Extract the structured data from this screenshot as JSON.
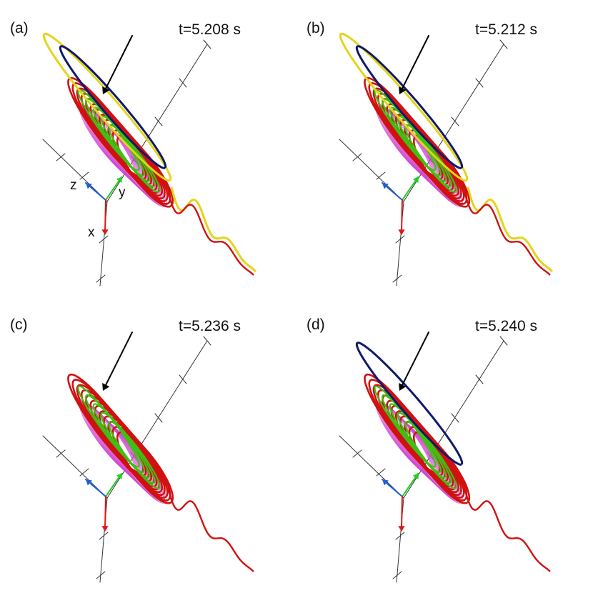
{
  "panels": [
    {
      "label": "(a)",
      "time": "t=5.208 s",
      "show_axis_letters": true,
      "dark_loop": true,
      "yellow_loop": true
    },
    {
      "label": "(b)",
      "time": "t=5.212 s",
      "show_axis_letters": false,
      "dark_loop": true,
      "yellow_loop": true
    },
    {
      "label": "(c)",
      "time": "t=5.236 s",
      "show_axis_letters": false,
      "dark_loop": false,
      "yellow_loop": false
    },
    {
      "label": "(d)",
      "time": "t=5.240 s",
      "show_axis_letters": false,
      "dark_loop": true,
      "yellow_loop": false
    }
  ],
  "axes": {
    "x": "x",
    "y": "y",
    "z": "z"
  },
  "colors": {
    "field_red": "#d11111",
    "field_green": "#3fbf12",
    "field_yellow": "#e2d51a",
    "field_darkblue": "#101a6b",
    "plasma_magenta": "#d24ad2",
    "axis_x_red": "#e01818",
    "axis_y_green": "#22d022",
    "axis_z_blue": "#1e5ed8",
    "guide_line": "#333333",
    "arrow": "#000000"
  }
}
